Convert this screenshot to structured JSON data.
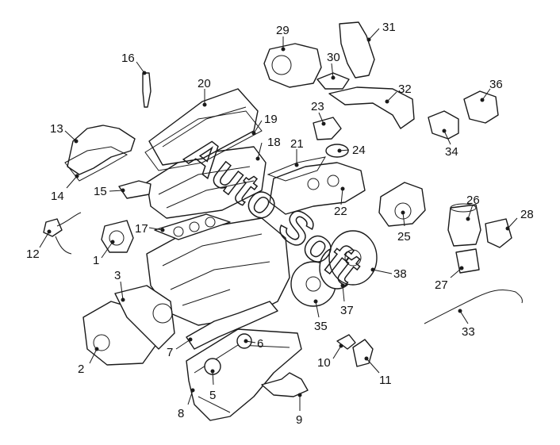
{
  "diagram": {
    "watermark_text": "Auto Soft",
    "callouts": [
      {
        "label": "1"
      },
      {
        "label": "2"
      },
      {
        "label": "3"
      },
      {
        "label": "5"
      },
      {
        "label": "6"
      },
      {
        "label": "7"
      },
      {
        "label": "8"
      },
      {
        "label": "9"
      },
      {
        "label": "10"
      },
      {
        "label": "11"
      },
      {
        "label": "12"
      },
      {
        "label": "13"
      },
      {
        "label": "14"
      },
      {
        "label": "15"
      },
      {
        "label": "16"
      },
      {
        "label": "17"
      },
      {
        "label": "18"
      },
      {
        "label": "19"
      },
      {
        "label": "20"
      },
      {
        "label": "21"
      },
      {
        "label": "22"
      },
      {
        "label": "23"
      },
      {
        "label": "24"
      },
      {
        "label": "25"
      },
      {
        "label": "26"
      },
      {
        "label": "27"
      },
      {
        "label": "28"
      },
      {
        "label": "29"
      },
      {
        "label": "30"
      },
      {
        "label": "31"
      },
      {
        "label": "32"
      },
      {
        "label": "33"
      },
      {
        "label": "34"
      },
      {
        "label": "35"
      },
      {
        "label": "36"
      },
      {
        "label": "37"
      },
      {
        "label": "38"
      }
    ]
  }
}
